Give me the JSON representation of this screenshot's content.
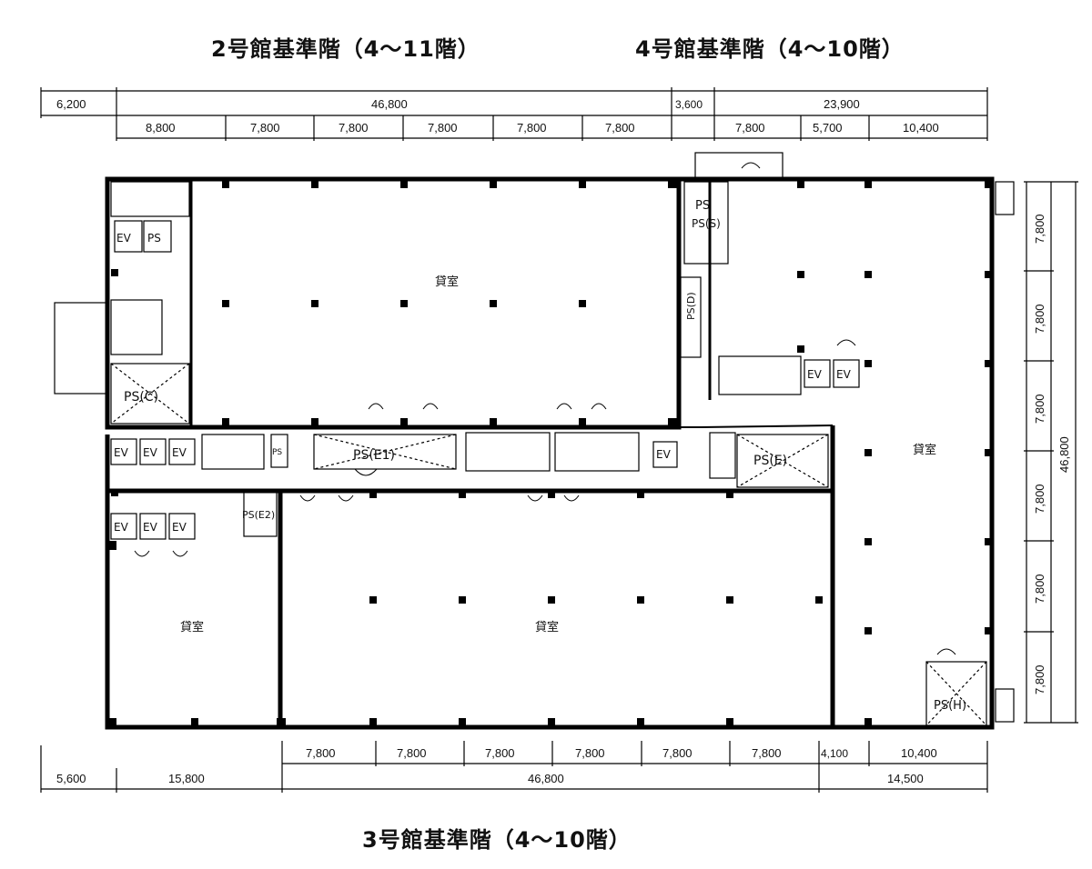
{
  "titles": {
    "building2": "2号館基準階（4～11階）",
    "building4": "4号館基準階（4～10階）",
    "building3": "3号館基準階（4～10階）"
  },
  "dims_top_row1": [
    "6,200",
    "46,800",
    "3,600",
    "23,900"
  ],
  "dims_top_row2": [
    "8,800",
    "7,800",
    "7,800",
    "7,800",
    "7,800",
    "7,800",
    "7,800",
    "5,700",
    "10,400"
  ],
  "dims_right": [
    "7,800",
    "7,800",
    "7,800",
    "7,800",
    "7,800",
    "7,800",
    "46,800"
  ],
  "dims_bottom_row1": [
    "7,800",
    "7,800",
    "7,800",
    "7,800",
    "7,800",
    "7,800",
    "4,100",
    "10,400"
  ],
  "dims_bottom_row2": [
    "5,600",
    "15,800",
    "46,800",
    "14,500"
  ],
  "rooms": {
    "rental": "貸室",
    "ps_s": "PS(S)",
    "ps_d": "PS(D)",
    "ps_c": "PS(C)",
    "ps_e1": "PS(E1)",
    "ps_e2": "PS(E2)",
    "ps_e": "PS(E)",
    "ps_h": "PS(H)",
    "ps": "PS",
    "ev": "EV"
  }
}
